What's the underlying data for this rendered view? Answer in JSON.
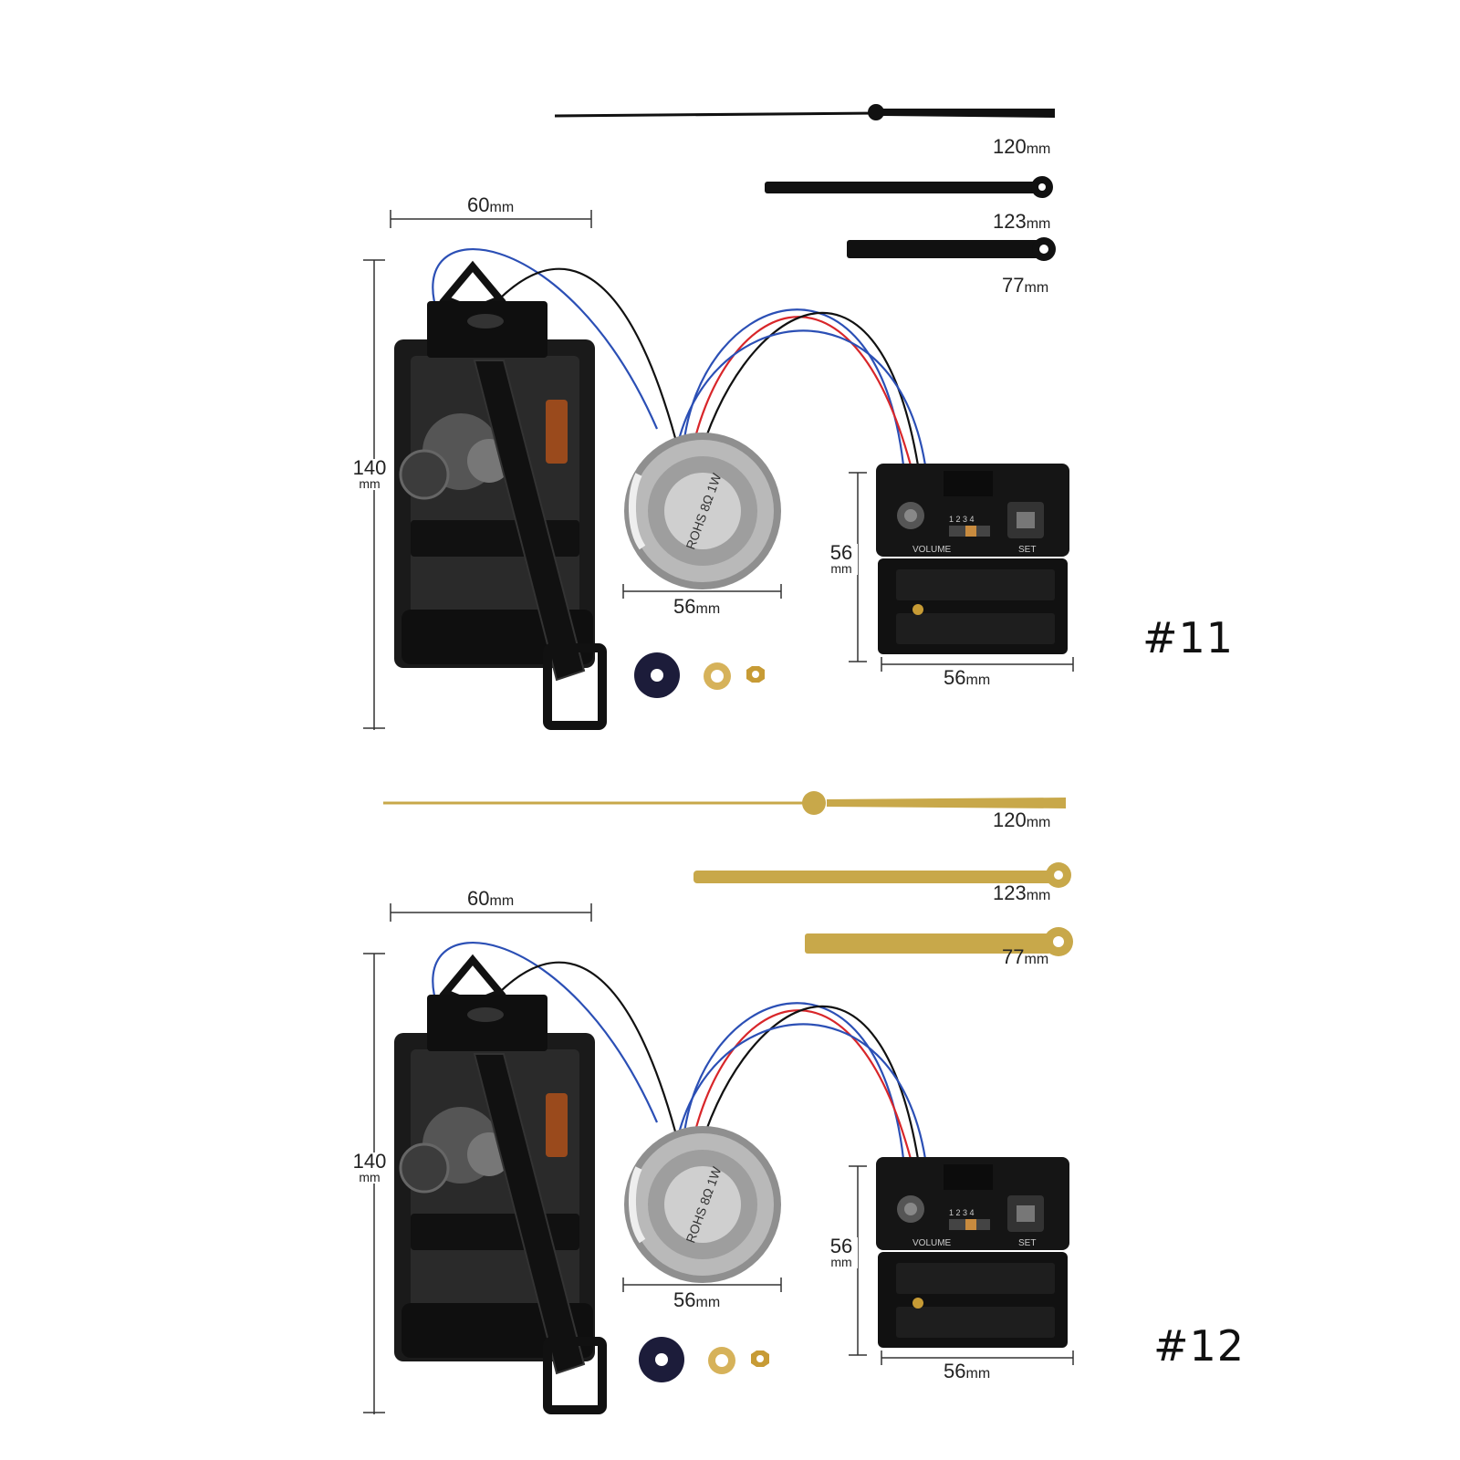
{
  "unit": "mm",
  "colors": {
    "hands_black": "#111111",
    "hands_gold": "#c8a84a",
    "movement_body": "#1a1a1a",
    "wire_red": "#d8262a",
    "wire_blue": "#2b4fb5",
    "wire_black": "#111111",
    "speaker_metal": "#b9b9b9"
  },
  "panels": [
    {
      "variant": "#11",
      "hand_style": "black",
      "hand_labels": {
        "second": "120",
        "minute": "123",
        "hour": "77"
      },
      "movement": {
        "width": "60",
        "height": "140"
      },
      "speaker": {
        "diameter": "56",
        "label": "ROHS 8Ω 1W"
      },
      "control_box": {
        "height": "56",
        "width": "56",
        "volume_label": "VOLUME",
        "set_label": "SET",
        "switch_label": "1 2 3 4"
      }
    },
    {
      "variant": "#12",
      "hand_style": "gold",
      "hand_labels": {
        "second": "120",
        "minute": "123",
        "hour": "77"
      },
      "movement": {
        "width": "60",
        "height": "140"
      },
      "speaker": {
        "diameter": "56",
        "label": "ROHS 8Ω 1W"
      },
      "control_box": {
        "height": "56",
        "width": "56",
        "volume_label": "VOLUME",
        "set_label": "SET",
        "switch_label": "1 2 3 4"
      }
    }
  ]
}
